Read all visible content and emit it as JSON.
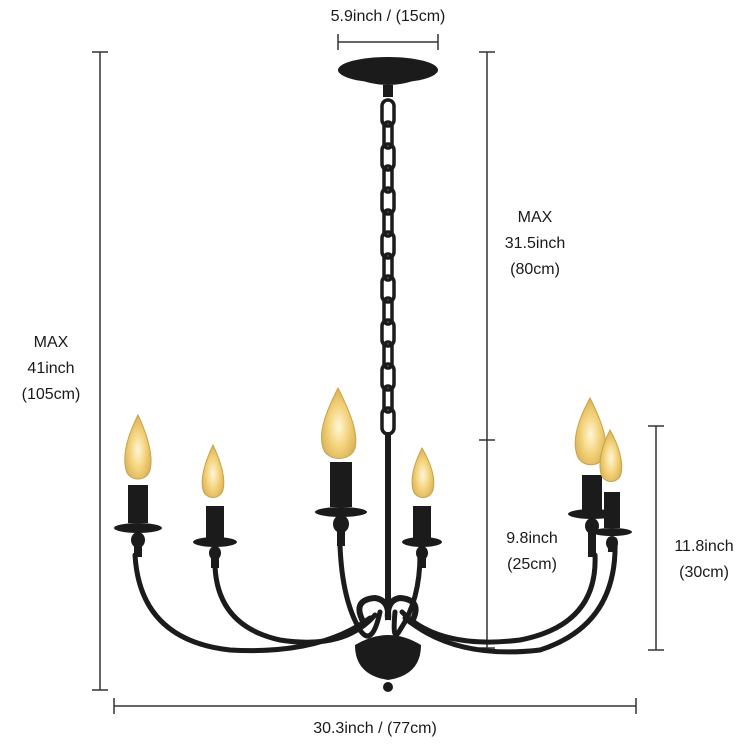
{
  "colors": {
    "fixture": "#1b1b1b",
    "dimension_line": "#333333",
    "bulb_glow": "#f3d27a",
    "background": "#ffffff"
  },
  "dimensions": {
    "canopy_width": "5.9inch / (15cm)",
    "max_total": {
      "line1": "MAX",
      "line2": "41inch",
      "line3": "(105cm)"
    },
    "max_chain": {
      "line1": "MAX",
      "line2": "31.5inch",
      "line3": "(80cm)"
    },
    "body_height": {
      "line1": "9.8inch",
      "line2": "(25cm)"
    },
    "full_height": {
      "line1": "11.8inch",
      "line2": "(30cm)"
    },
    "width": "30.3inch / (77cm)"
  }
}
